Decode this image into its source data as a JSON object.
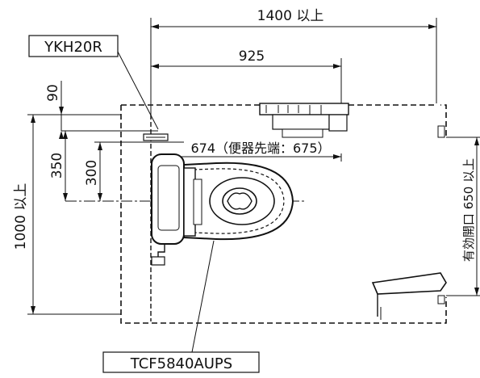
{
  "labels": {
    "width_total": "1400 以上",
    "width_mid": "925",
    "dist_front": "674（便器先端：675）",
    "height_total": "1000 以上",
    "h_90": "90",
    "h_350": "350",
    "h_300": "300",
    "door_opening": "有効開口 650 以上",
    "part_paper_holder": "YKH20R",
    "part_toilet": "TCF5840AUPS"
  }
}
